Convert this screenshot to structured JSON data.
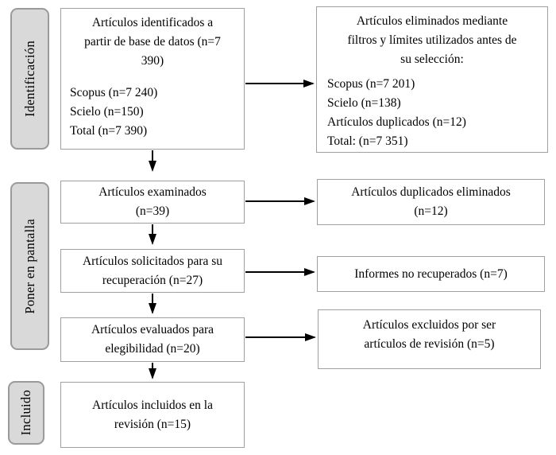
{
  "sidebar": {
    "stages": [
      {
        "label": "Identificación"
      },
      {
        "label": "Poner en pantalla"
      },
      {
        "label": "Incluido"
      }
    ]
  },
  "boxes": {
    "identified": {
      "title_lines": [
        "Artículos identificados a",
        "partir de base de datos (n=7",
        "390)"
      ],
      "items": [
        "Scopus (n=7 240)",
        "Scielo (n=150)",
        "Total (n=7 390)"
      ]
    },
    "removed_pre_screening": {
      "title_lines": [
        "Artículos eliminados mediante",
        "filtros y límites utilizados antes de",
        "su selección:"
      ],
      "items": [
        "Scopus (n=7 201)",
        "Scielo (n=138)",
        "Artículos duplicados (n=12)",
        "Total: (n=7 351)"
      ]
    },
    "screened": {
      "lines": [
        "Artículos examinados",
        "(n=39)"
      ]
    },
    "duplicates_removed": {
      "lines": [
        "Artículos duplicados eliminados",
        "(n=12)"
      ]
    },
    "retrieval_requested": {
      "lines": [
        "Artículos solicitados para su",
        "recuperación (n=27)"
      ]
    },
    "not_retrieved": {
      "lines": [
        "Informes no recuperados (n=7)"
      ]
    },
    "assessed_eligibility": {
      "lines": [
        "Artículos evaluados para",
        "elegibilidad (n=20)"
      ]
    },
    "excluded_reviews": {
      "lines": [
        "Artículos excluidos por ser",
        "artículos de revisión (n=5)"
      ]
    },
    "included_review": {
      "lines": [
        "Artículos incluidos en la",
        "revisión (n=15)"
      ]
    }
  },
  "colors": {
    "stage_fill": "#d9d9d9",
    "stage_border": "#9a9a9a",
    "box_border": "#a0a0a0",
    "arrow": "#000000"
  }
}
